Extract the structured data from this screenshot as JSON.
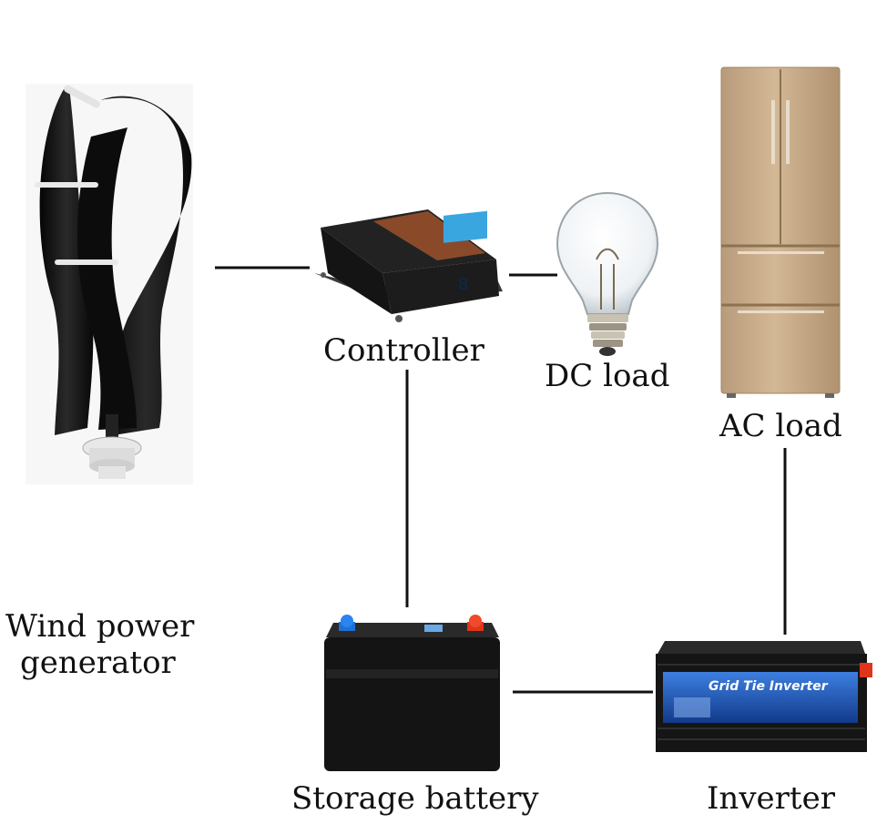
{
  "diagram": {
    "nodes": {
      "wind_generator": {
        "label_line1": "Wind power",
        "label_line2": "generator",
        "icon": "wind-turbine-icon"
      },
      "controller": {
        "label": "Controller",
        "icon": "charge-controller-icon",
        "display_value": "8"
      },
      "dc_load": {
        "label": "DC load",
        "icon": "light-bulb-icon"
      },
      "ac_load": {
        "label": "AC load",
        "icon": "refrigerator-icon"
      },
      "battery": {
        "label": "Storage battery",
        "icon": "battery-icon"
      },
      "inverter": {
        "label": "Inverter",
        "icon": "inverter-icon",
        "brand_text": "Grid Tie Inverter"
      }
    },
    "connections": [
      {
        "from": "wind_generator",
        "to": "controller"
      },
      {
        "from": "controller",
        "to": "dc_load"
      },
      {
        "from": "controller",
        "to": "battery"
      },
      {
        "from": "battery",
        "to": "inverter"
      },
      {
        "from": "inverter",
        "to": "ac_load"
      }
    ],
    "colors": {
      "line": "#111111",
      "turbine_blade": "#121212",
      "controller_body": "#1c1c1c",
      "controller_panel": "#8a4a2a",
      "controller_screen": "#3aa6e0",
      "fridge": "#c9ad8c",
      "battery_body": "#141414",
      "terminal_positive": "#e0341c",
      "terminal_negative": "#1f6fd6",
      "inverter_label": "#2a6bd1"
    }
  }
}
